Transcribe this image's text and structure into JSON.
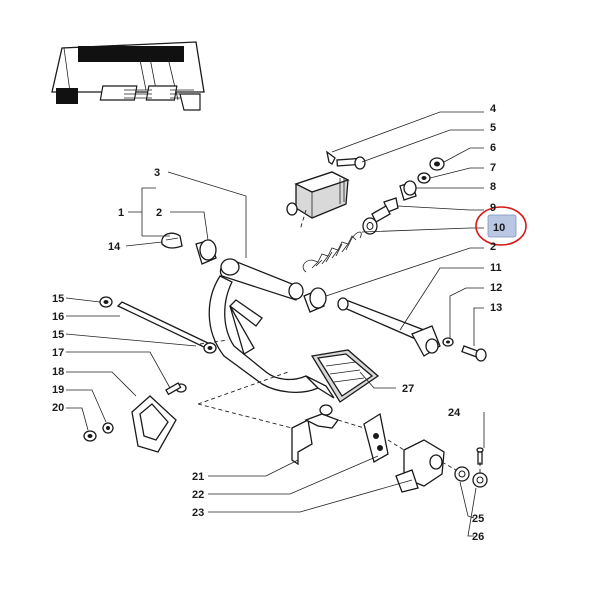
{
  "labels": {
    "l1": "1",
    "l2a": "2",
    "l2b": "2",
    "l3": "3",
    "l4": "4",
    "l5": "5",
    "l6": "6",
    "l7": "7",
    "l8": "8",
    "l9": "9",
    "l10": "10",
    "l11": "11",
    "l12": "12",
    "l13": "13",
    "l14": "14",
    "l15a": "15",
    "l15b": "15",
    "l16": "16",
    "l17": "17",
    "l18": "18",
    "l19": "19",
    "l20": "20",
    "l21": "21",
    "l22": "22",
    "l23": "23",
    "l24": "24",
    "l25": "25",
    "l26": "26",
    "l27": "27"
  },
  "highlight": {
    "part_number": "10",
    "ring_color": "#d61a1a",
    "box_color": "#b9c7e3"
  }
}
